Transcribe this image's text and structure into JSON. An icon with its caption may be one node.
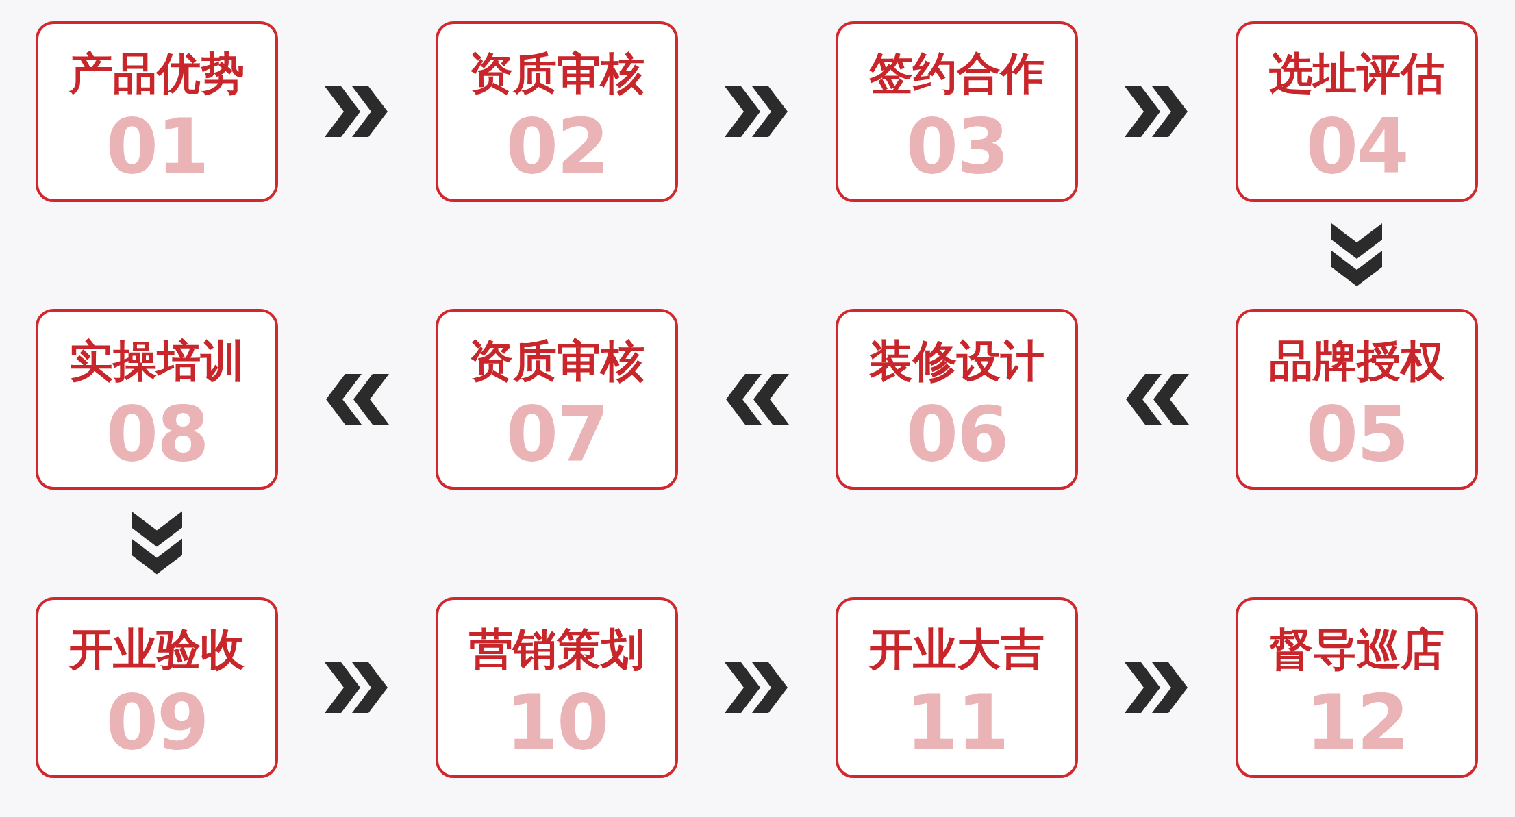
{
  "diagram": {
    "nodes": [
      {
        "text": [
          "产品优势",
          "01"
        ]
      },
      {
        "text": [
          "资质审核",
          "02"
        ]
      },
      {
        "text": [
          "签约合作",
          "03"
        ]
      },
      {
        "text": [
          "选址评估",
          "04"
        ]
      },
      {
        "text": [
          "品牌授权",
          "05"
        ]
      },
      {
        "text": [
          "装修设计",
          "06"
        ]
      },
      {
        "text": [
          "资质审核",
          "07"
        ]
      },
      {
        "text": [
          "实操培训",
          "08"
        ]
      },
      {
        "text": [
          "开业验收",
          "09"
        ]
      },
      {
        "text": [
          "营销策划",
          "10"
        ]
      },
      {
        "text": [
          "开业大吉",
          "11"
        ]
      },
      {
        "text": [
          "督导巡店",
          "12"
        ]
      }
    ],
    "edges": [
      {
        "from": 0,
        "to": 1,
        "arrow": "to"
      },
      {
        "from": 1,
        "to": 2,
        "arrow": "to"
      },
      {
        "from": 2,
        "to": 3,
        "arrow": "to"
      },
      {
        "from": 3,
        "to": 4,
        "arrow": "to"
      },
      {
        "from": 4,
        "to": 5,
        "arrow": "to"
      },
      {
        "from": 5,
        "to": 6,
        "arrow": "to"
      },
      {
        "from": 6,
        "to": 7,
        "arrow": "to"
      },
      {
        "from": 7,
        "to": 8,
        "arrow": "to"
      },
      {
        "from": 8,
        "to": 9,
        "arrow": "to"
      },
      {
        "from": 9,
        "to": 10,
        "arrow": "to"
      },
      {
        "from": 10,
        "to": 11,
        "arrow": "to"
      }
    ]
  }
}
